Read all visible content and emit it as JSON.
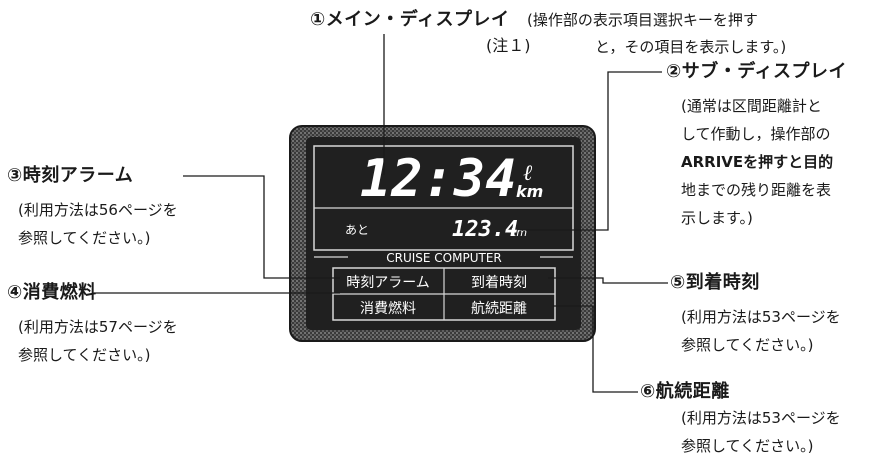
{
  "labels": {
    "main_display": {
      "title": "①メイン・ディスプレイ",
      "title_note": "(注１)",
      "description": [
        "(操作部の表示項目選択キーを押す",
        "と，その項目を表示します。)"
      ]
    },
    "sub_display": {
      "title": "②サブ・ディスプレイ",
      "description": [
        "(通常は区間距離計と",
        "して作動し，操作部の",
        "ARRIVEを押すと目的",
        "地までの残り距離を表",
        "示します。)"
      ]
    },
    "time_alarm": {
      "title": "③時刻アラーム",
      "description": [
        "(利用方法は56ページを",
        "参照してください。)"
      ]
    },
    "fuel_consumed": {
      "title": "④消費燃料",
      "description": [
        "(利用方法は57ページを",
        "参照してください。)"
      ]
    },
    "arrival_time": {
      "title": "⑤到着時刻",
      "description": [
        "(利用方法は53ページを",
        "参照してください。)"
      ]
    },
    "cruising_range": {
      "title": "⑥航続距離",
      "description": [
        "(利用方法は53ページを",
        "参照してください。)"
      ]
    }
  },
  "device": {
    "main_readout": "12:34",
    "main_unit_top": "ℓ",
    "main_unit_bottom": "km",
    "sub_prefix": "あと",
    "sub_readout": "123.4",
    "sub_unit": "km",
    "brand": "CRUISE COMPUTER",
    "buttons": [
      "時刻アラーム",
      "到着時刻",
      "消費燃料",
      "航続距離"
    ]
  },
  "colors": {
    "ink": "#1a1a1a",
    "panel": "#3a3a3a",
    "panel_dark": "#202020",
    "panel_texture": "#9a9a9a",
    "segment": "#ffffff"
  }
}
